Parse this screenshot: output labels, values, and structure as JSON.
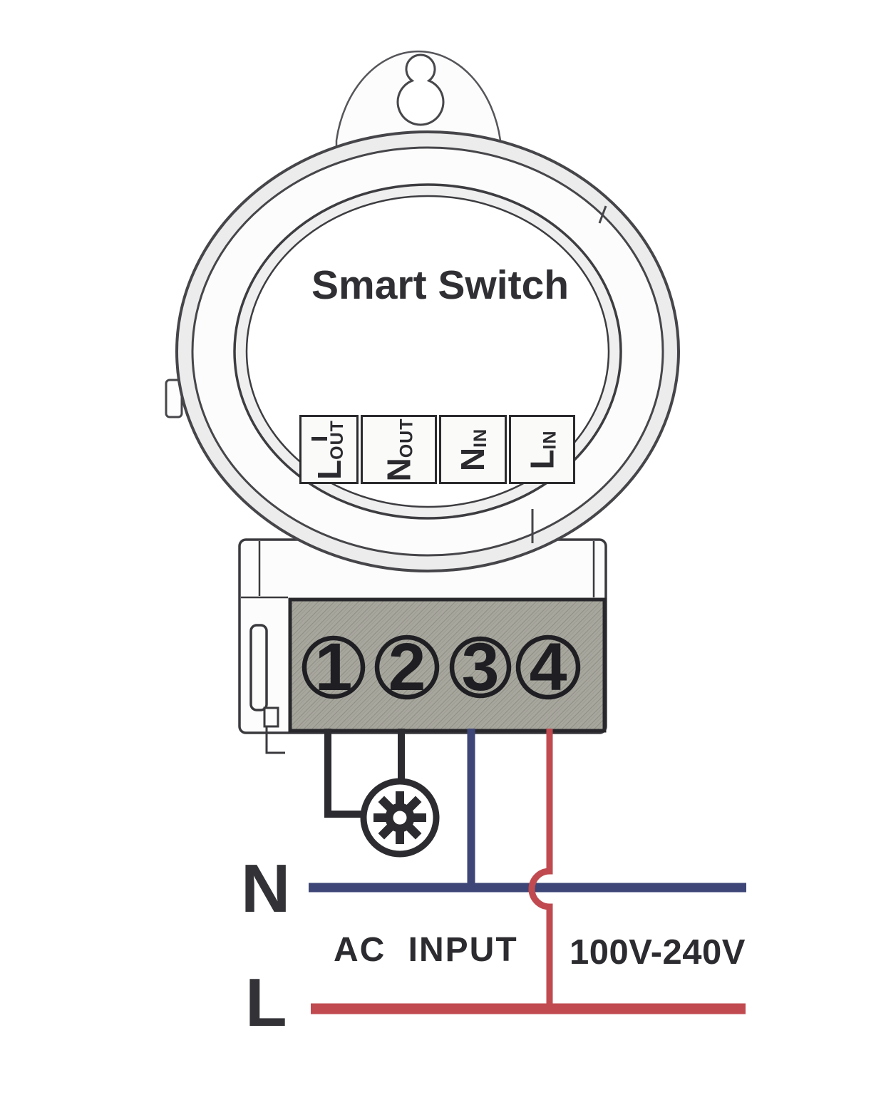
{
  "device": {
    "title": "Smart Switch",
    "terminal_labels": [
      {
        "main": "L",
        "sub": "OUT"
      },
      {
        "main": "N",
        "sub": "OUT"
      },
      {
        "main": "N",
        "sub": "IN"
      },
      {
        "main": "L",
        "sub": "IN"
      }
    ],
    "screw_terminals": [
      "1",
      "2",
      "3",
      "4"
    ]
  },
  "power": {
    "neutral_label": "N",
    "line_label": "L",
    "input_label": "AC INPUT",
    "voltage_range": "100V-240V"
  },
  "icons": {
    "mount": "keyhole-mount-icon",
    "load": "lamp-icon"
  },
  "colors": {
    "neutral_wire": "#3e4677",
    "line_wire": "#c04a4f",
    "load_wire": "#2b2b30",
    "outline": "#3a3a3e",
    "terminal_block_fill": "#a8a79e"
  }
}
